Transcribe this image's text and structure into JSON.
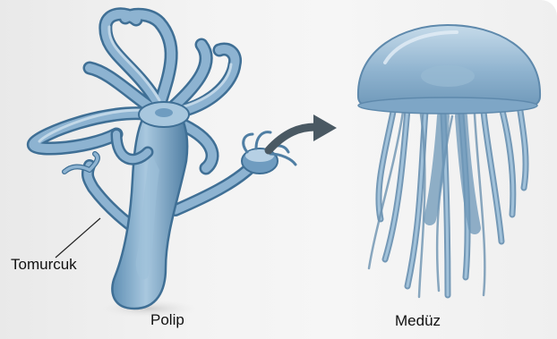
{
  "labels": {
    "bud": "Tomurcuk",
    "polyp": "Polip",
    "medusa": "Medüz"
  },
  "icons": [
    "polyp-illustration",
    "medusa-illustration",
    "arrow-icon",
    "leader-line"
  ],
  "colors": {
    "body": "#7fa9c9",
    "body_dark": "#4f7ea3",
    "body_light": "#b9d3e6",
    "arrow": "#4a5963"
  }
}
